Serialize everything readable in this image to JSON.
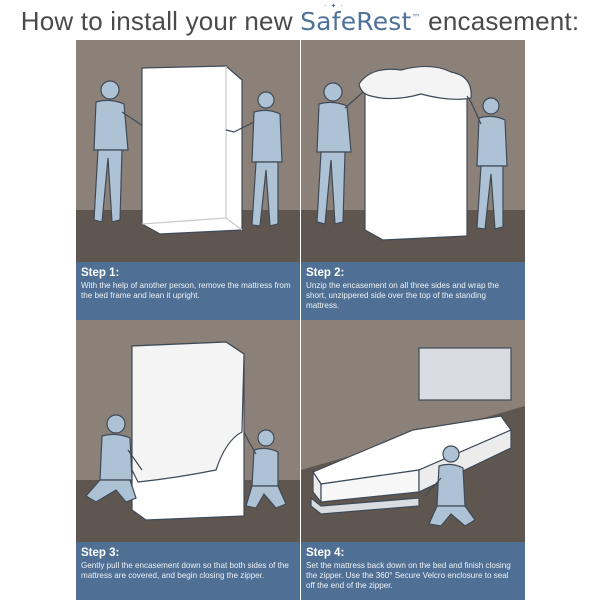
{
  "header": {
    "prefix": "How to install your new ",
    "brand": "SafeRest",
    "trademark": "™",
    "suffix": " encasement:"
  },
  "steps": [
    {
      "label": "Step 1:",
      "text": "With the help of another person, remove the mattress from the bed frame and lean it upright."
    },
    {
      "label": "Step 2:",
      "text": "Unzip the encasement on all three sides and wrap the short, unzippered side over the top of the standing mattress."
    },
    {
      "label": "Step 3:",
      "text": "Gently pull the encasement down so that both sides of the mattress are covered, and begin closing the zipper."
    },
    {
      "label": "Step 4:",
      "text": "Set the mattress back down on the bed and finish closing the zipper. Use the 360° Secure Velcro enclosure to seal off the end of the zipper."
    }
  ],
  "colors": {
    "wall": "#8c8178",
    "floor": "#5f5650",
    "caption_bg": "#4f7094",
    "mattress": "#ffffff",
    "figure_fill": "#aec2d6",
    "figure_line": "#3f4a57",
    "brand": "#4f7398"
  }
}
